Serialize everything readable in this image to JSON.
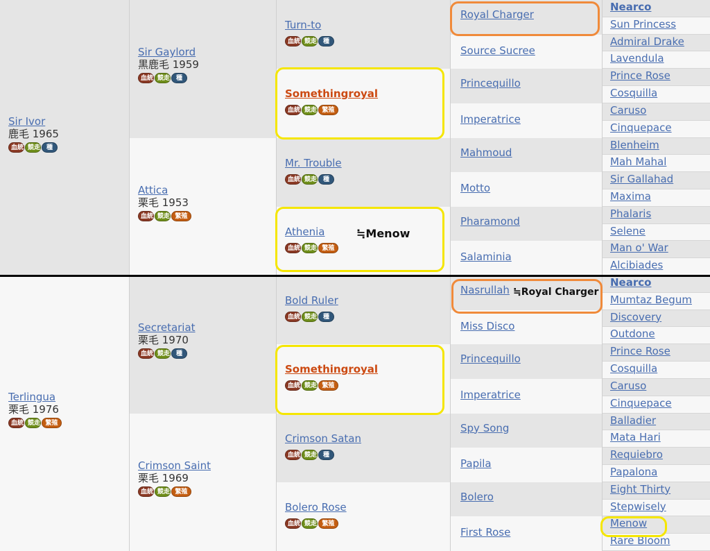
{
  "badge_labels": {
    "blood": "血統",
    "race": "競走",
    "stud": "種",
    "broodmare": "繁殖"
  },
  "gen1": [
    {
      "name": "Sir Ivor",
      "info": "鹿毛 1965"
    },
    {
      "name": "Terlingua",
      "info": "栗毛 1976"
    }
  ],
  "gen2": [
    {
      "name": "Sir Gaylord",
      "info": "黒鹿毛 1959"
    },
    {
      "name": "Attica",
      "info": "栗毛 1953"
    },
    {
      "name": "Secretariat",
      "info": "栗毛 1970"
    },
    {
      "name": "Crimson Saint",
      "info": "栗毛 1969"
    }
  ],
  "gen3": [
    {
      "name": "Turn-to"
    },
    {
      "name": "Somethingroyal"
    },
    {
      "name": "Mr. Trouble"
    },
    {
      "name": "Athenia"
    },
    {
      "name": "Bold Ruler"
    },
    {
      "name": "Somethingroyal"
    },
    {
      "name": "Crimson Satan"
    },
    {
      "name": "Bolero Rose"
    }
  ],
  "gen4": [
    "Royal Charger",
    "Source Sucree",
    "Princequillo",
    "Imperatrice",
    "Mahmoud",
    "Motto",
    "Pharamond",
    "Salaminia",
    "Nasrullah",
    "Miss Disco",
    "Princequillo",
    "Imperatrice",
    "Spy Song",
    "Papila",
    "Bolero",
    "First Rose"
  ],
  "gen5": [
    "Nearco",
    "Sun Princess",
    "Admiral Drake",
    "Lavendula",
    "Prince Rose",
    "Cosquilla",
    "Caruso",
    "Cinquepace",
    "Blenheim",
    "Mah Mahal",
    "Sir Gallahad",
    "Maxima",
    "Phalaris",
    "Selene",
    "Man o' War",
    "Alcibiades",
    "Nearco",
    "Mumtaz Begum",
    "Discovery",
    "Outdone",
    "Prince Rose",
    "Cosquilla",
    "Caruso",
    "Cinquepace",
    "Balladier",
    "Mata Hari",
    "Requiebro",
    "Papalona",
    "Eight Thirty",
    "Stepwisely",
    "Menow",
    "Rare Bloom"
  ],
  "annotations": {
    "athenia_note": "≒Menow",
    "nasrullah_note": "≒Royal Charger"
  },
  "colors": {
    "highlight_text": "#cc4a12",
    "link": "#486db0",
    "orange_ring": "#f08a3a",
    "yellow_ring": "#f5e600"
  }
}
